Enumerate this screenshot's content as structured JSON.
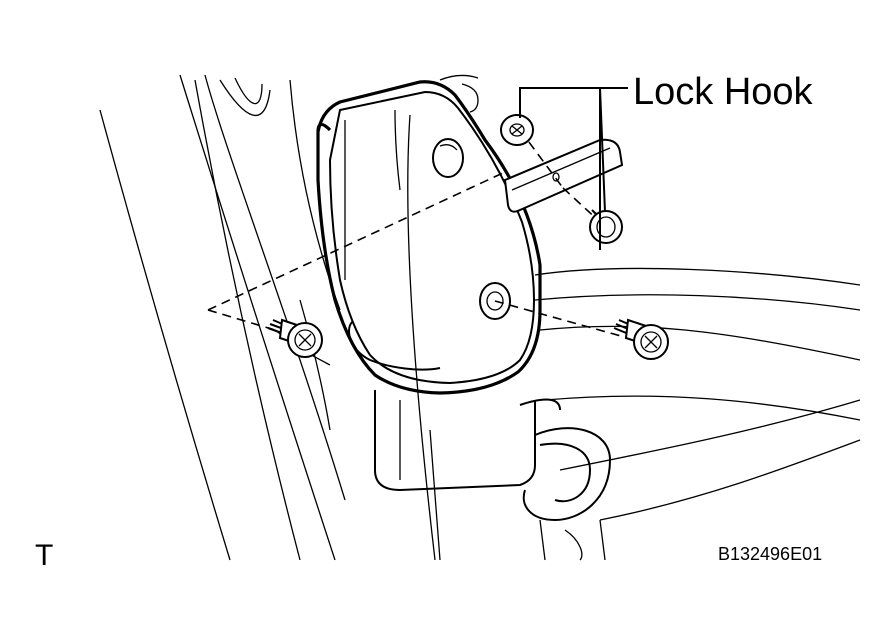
{
  "callout": {
    "lock_hook": "Lock Hook"
  },
  "corner_mark": "T",
  "figure_code": "B132496E01"
}
